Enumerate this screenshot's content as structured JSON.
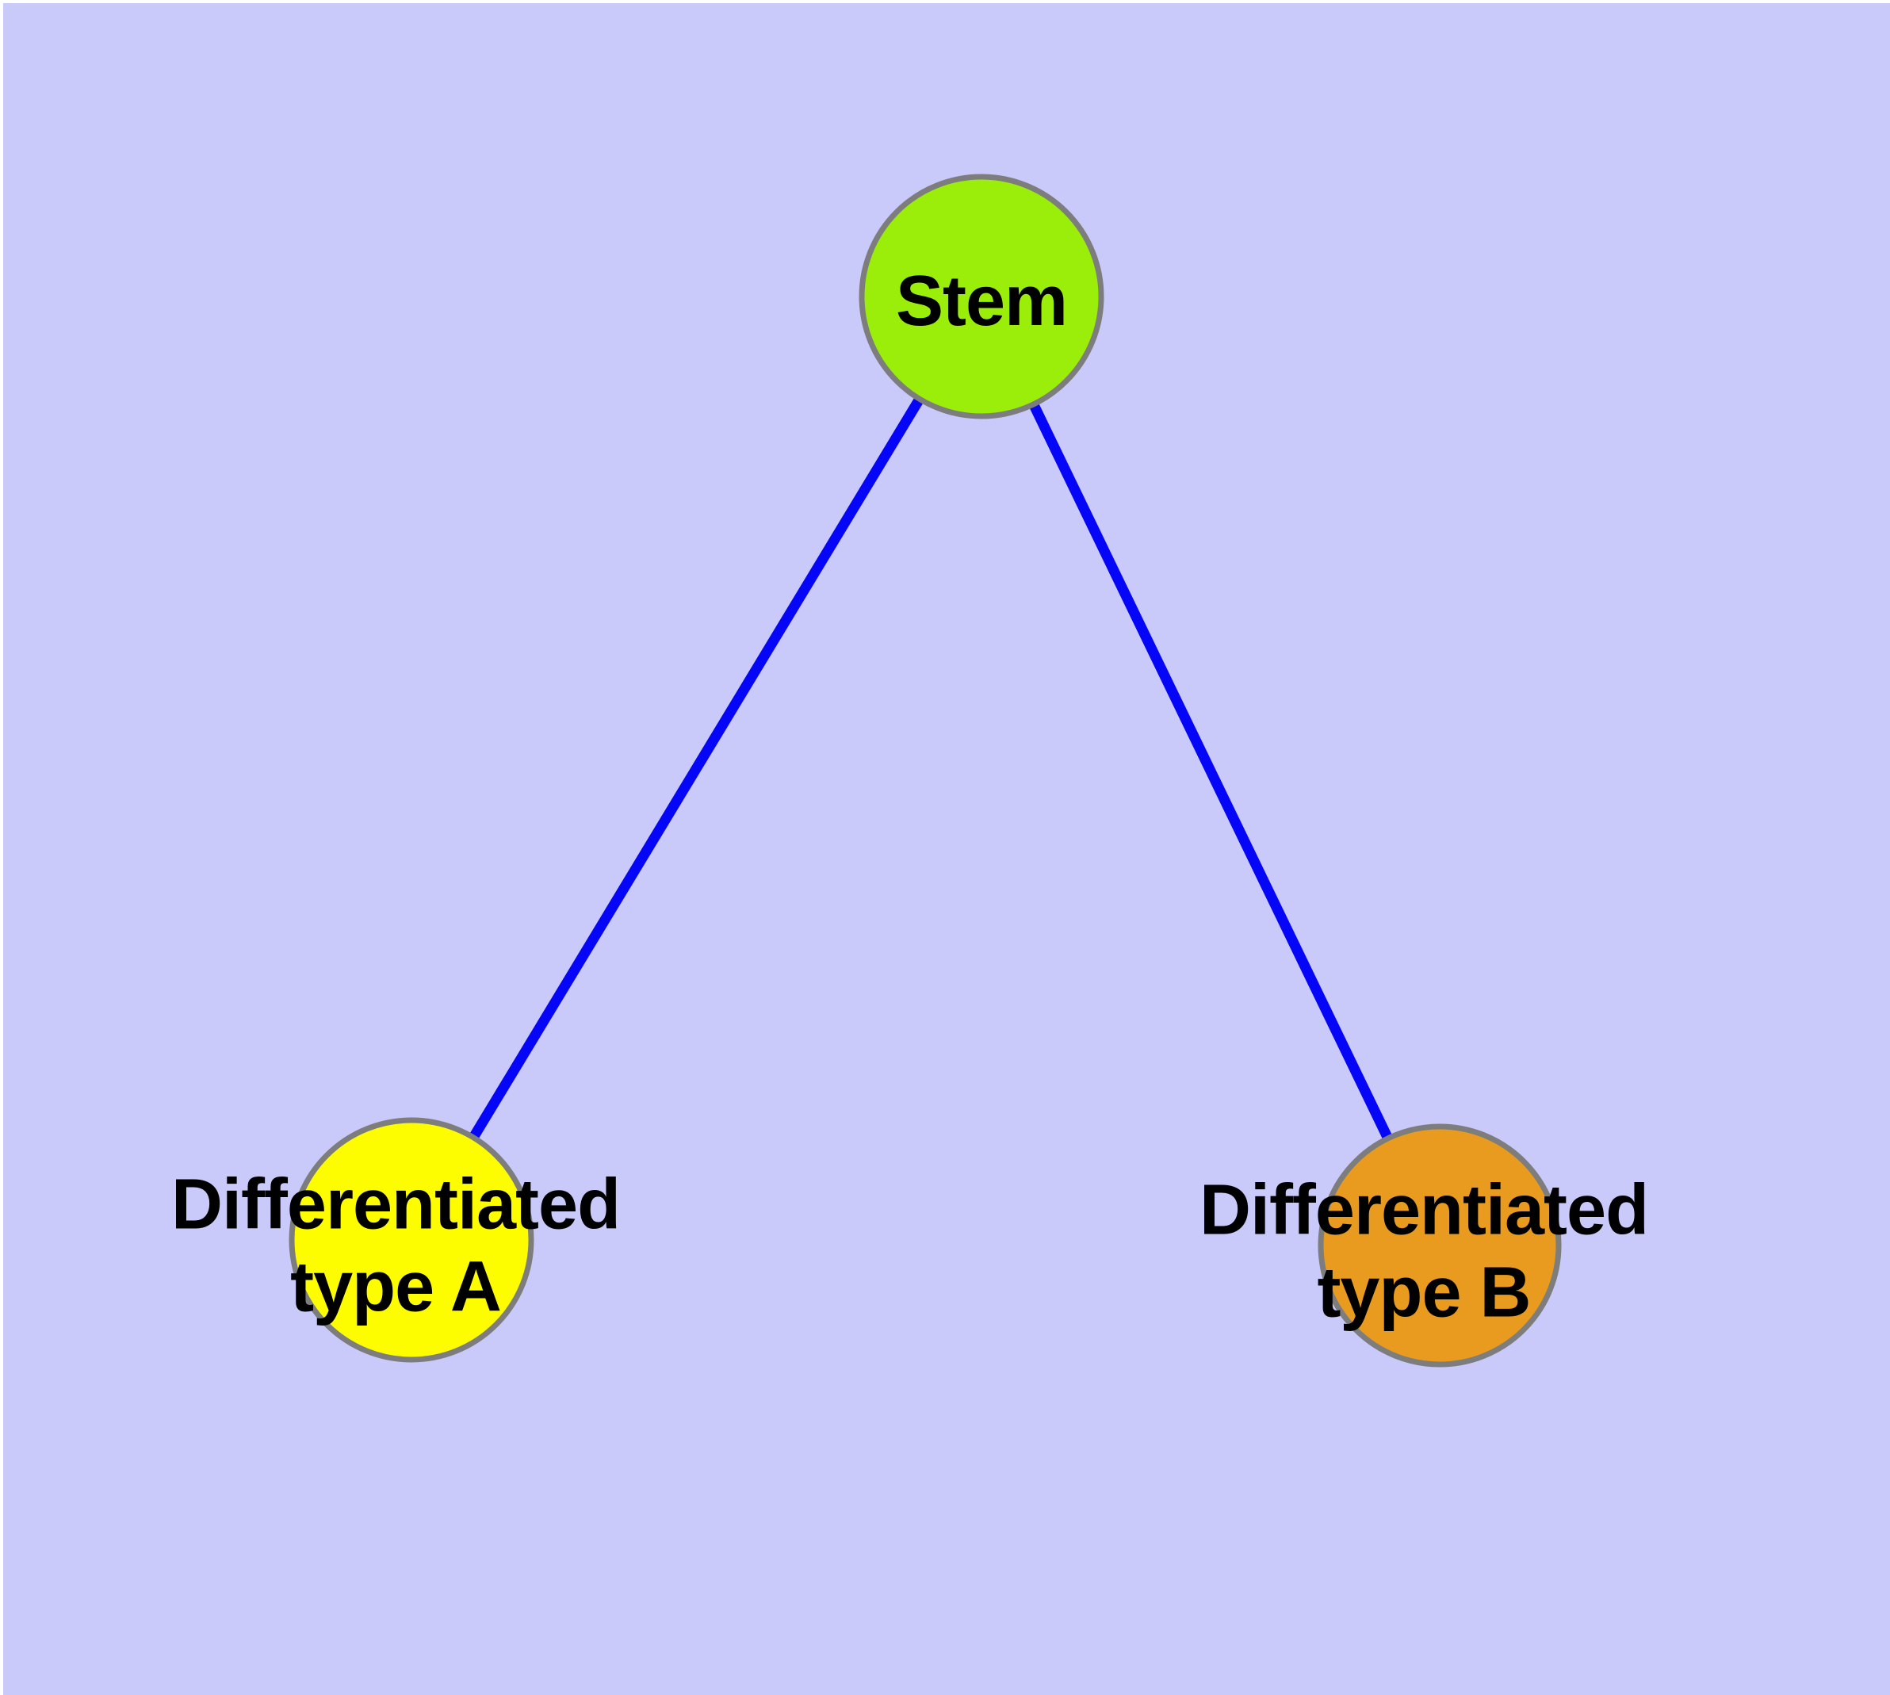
{
  "diagram": {
    "type": "node-link-graph",
    "background_color": "#C9C9FA",
    "page_margin_color": "#FFFFFF",
    "edge_color": "#0505F8",
    "node_border_color": "#7D7D7D",
    "label_color": "#000000",
    "nodes": {
      "stem": {
        "label": "Stem",
        "color": "#9AEE0A"
      },
      "type_a": {
        "label_line1": "Differentiated",
        "label_line2": "type A",
        "color": "#FDFD00"
      },
      "type_b": {
        "label_line1": "Differentiated",
        "label_line2": "type B",
        "color": "#E89B1E"
      }
    },
    "edges": [
      {
        "from": "Stem",
        "to": "Differentiated type A"
      },
      {
        "from": "Stem",
        "to": "Differentiated type B"
      }
    ]
  }
}
